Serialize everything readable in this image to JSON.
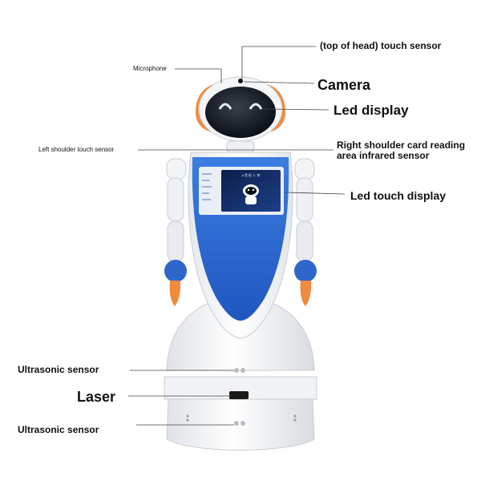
{
  "labels": {
    "top_head_sensor": "(top of head) touch sensor",
    "microphone": "Microphone",
    "camera": "Camera",
    "led_display": "Led display",
    "left_shoulder": "Left shoulder touch sensor",
    "right_shoulder_line1": "Right shoulder card reading",
    "right_shoulder_line2": "area infrared sensor",
    "led_touch_display": "Led touch display",
    "ultrasonic_upper": "Ultrasonic sensor",
    "laser": "Laser",
    "ultrasonic_lower": "Ultrasonic sensor"
  },
  "screen": {
    "text": "ǝ 世 纪 ☺ 你"
  },
  "colors": {
    "body_white": "#f4f5f7",
    "panel_blue": "#2f6fd6",
    "accent_orange": "#f08a3c",
    "hand_blue": "#2f66cc",
    "head_dark": "#111827",
    "leader_line": "#444444"
  }
}
